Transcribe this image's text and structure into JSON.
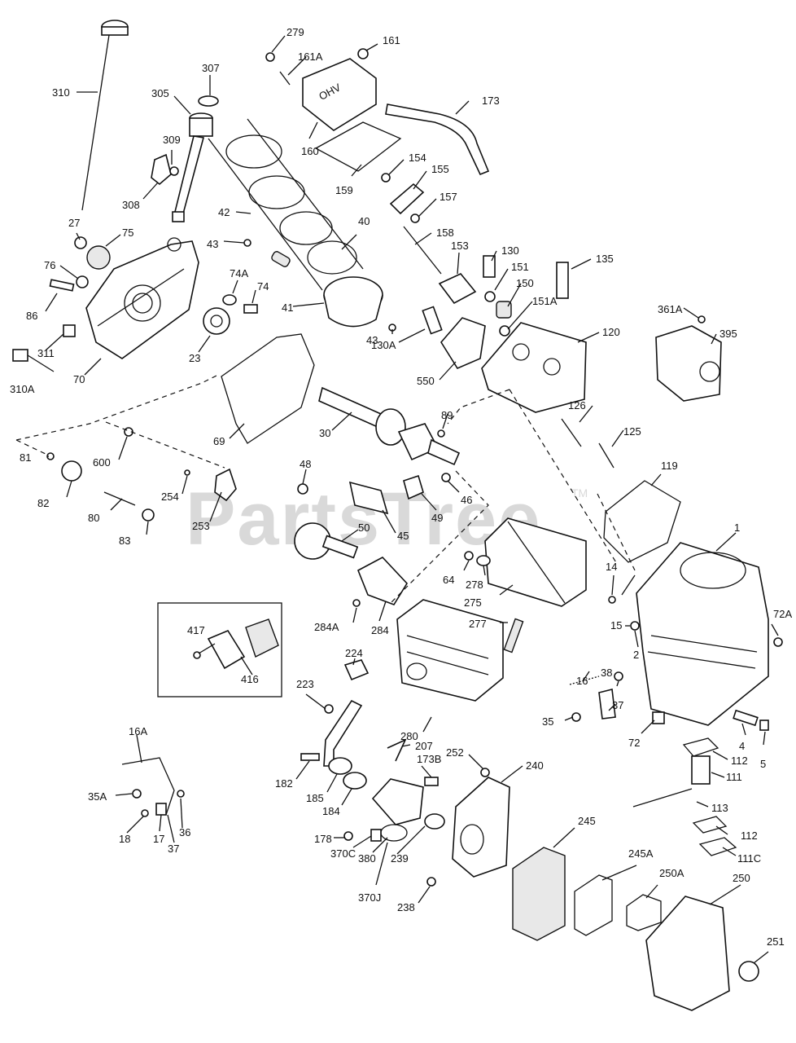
{
  "watermark": {
    "text": "PartsTree",
    "tm": "TM"
  },
  "labels": {
    "l310": "310",
    "l307": "307",
    "l305": "305",
    "l309": "309",
    "l308": "308",
    "l27": "27",
    "l75": "75",
    "l76": "76",
    "l86": "86",
    "l311": "311",
    "l310A": "310A",
    "l70": "70",
    "l42": "42",
    "l40": "40",
    "l43a": "43",
    "l43b": "43",
    "l74A": "74A",
    "l74": "74",
    "l41": "41",
    "l23": "23",
    "l279": "279",
    "l161A": "161A",
    "l161": "161",
    "l160": "160",
    "l173": "173",
    "l159": "159",
    "l154": "154",
    "l155": "155",
    "l157": "157",
    "l158": "158",
    "l153": "153",
    "l130": "130",
    "l151": "151",
    "l150": "150",
    "l151A": "151A",
    "l135": "135",
    "l130A": "130A",
    "l550": "550",
    "l120": "120",
    "l361A": "361A",
    "l395": "395",
    "l69": "69",
    "l30": "30",
    "l89": "89",
    "l126": "126",
    "l125": "125",
    "l81": "81",
    "l600": "600",
    "l82": "82",
    "l254": "254",
    "l48": "48",
    "l46": "46",
    "l80": "80",
    "l253": "253",
    "l83": "83",
    "l50": "50",
    "l45": "45",
    "l49": "49",
    "l119": "119",
    "l1": "1",
    "l64": "64",
    "l278": "278",
    "l275": "275",
    "l14": "14",
    "l72A": "72A",
    "l15": "15",
    "l2": "2",
    "l284A": "284A",
    "l284": "284",
    "l417": "417",
    "l416": "416",
    "l277": "277",
    "l224": "224",
    "l223": "223",
    "l38": "38",
    "l37a": "37",
    "l16": "16",
    "l35": "35",
    "l72": "72",
    "l280": "280",
    "l207": "207",
    "l4": "4",
    "l5": "5",
    "l112a": "112",
    "l16A": "16A",
    "l252": "252",
    "l240": "240",
    "l173B": "173B",
    "l111": "111",
    "l182": "182",
    "l185": "185",
    "l184": "184",
    "l35A": "35A",
    "l113": "113",
    "l112b": "112",
    "l18": "18",
    "l17": "17",
    "l37b": "37",
    "l36": "36",
    "l245": "245",
    "l111C": "111C",
    "l178": "178",
    "l370C": "370C",
    "l380": "380",
    "l239": "239",
    "l245A": "245A",
    "l250A": "250A",
    "l250": "250",
    "l370J": "370J",
    "l238": "238",
    "l251": "251"
  }
}
